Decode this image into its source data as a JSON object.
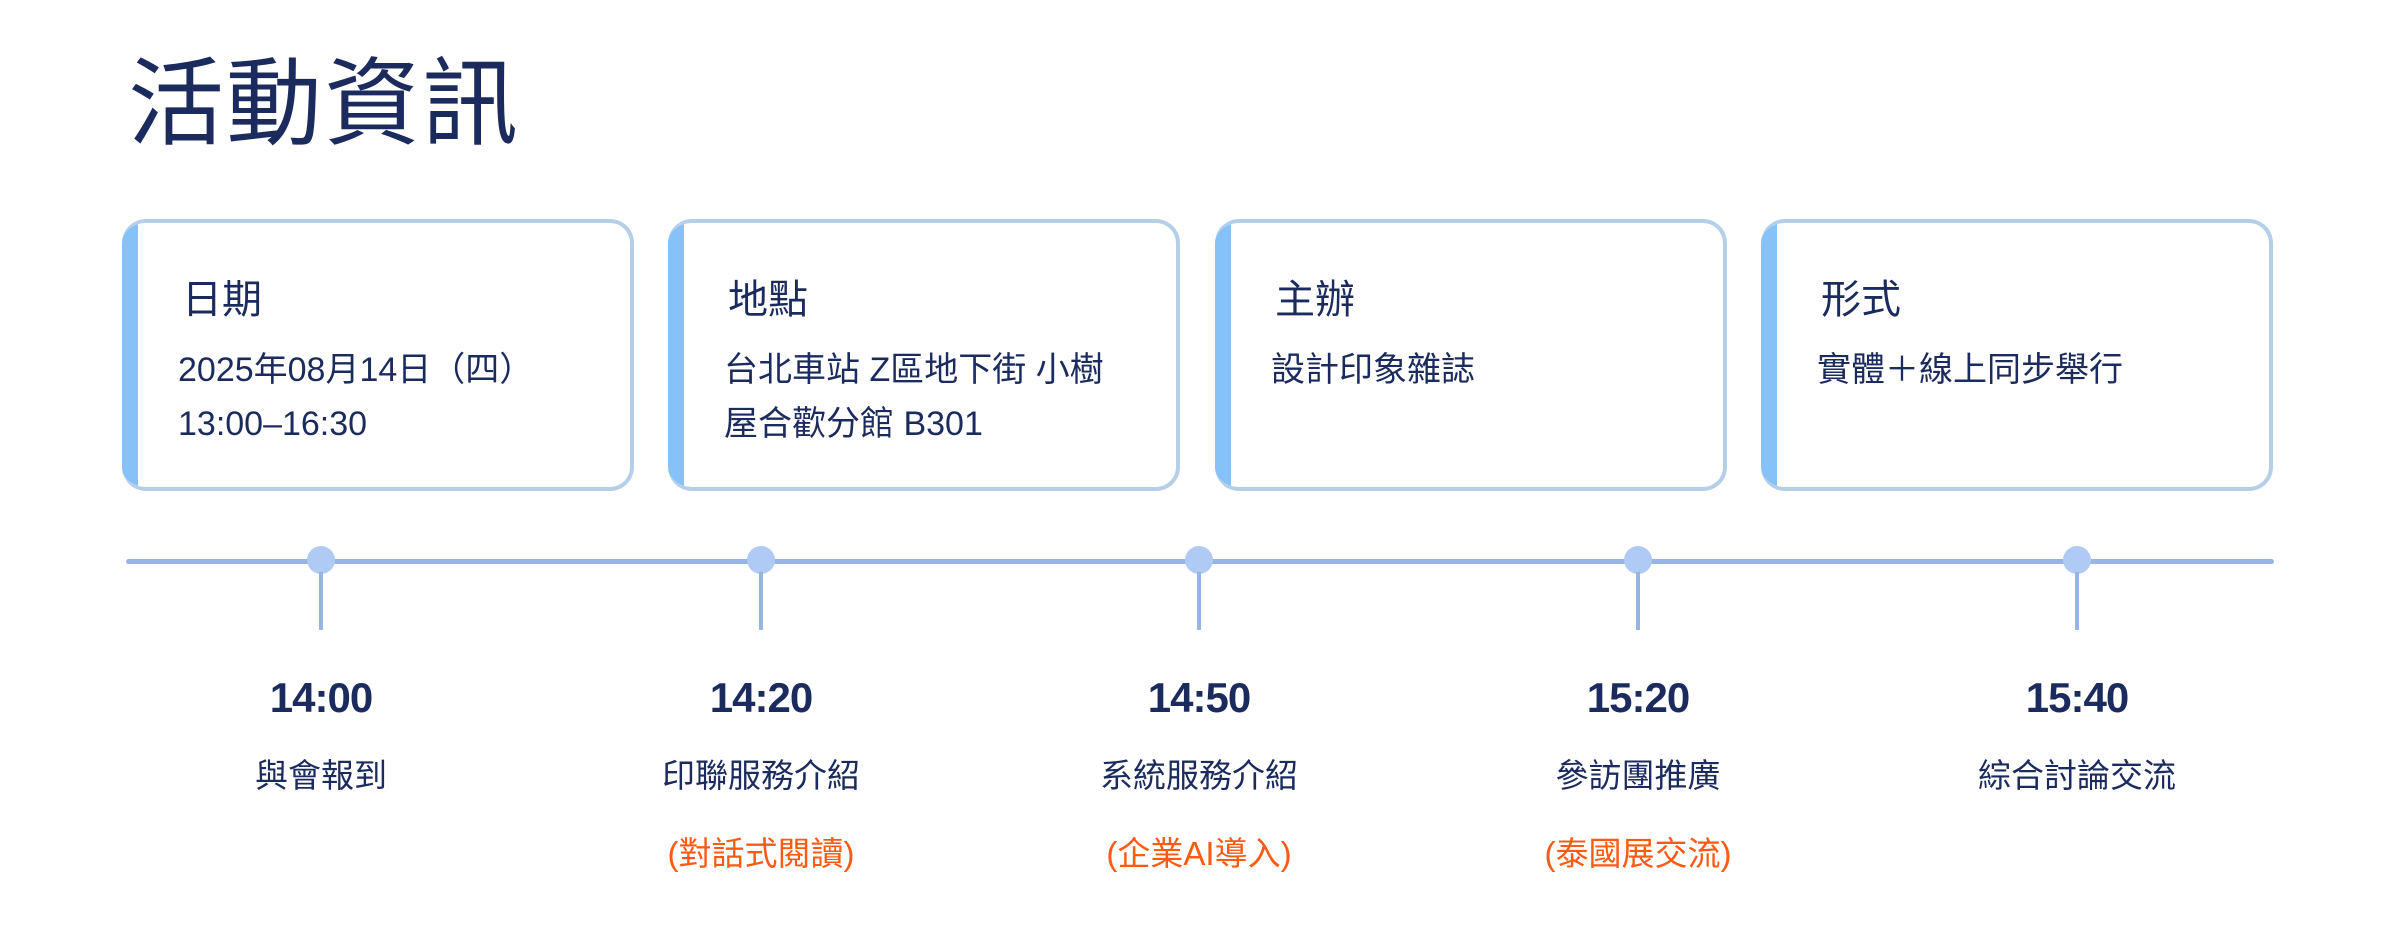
{
  "title": "活動資訊",
  "cards": [
    {
      "heading": "日期",
      "lines": [
        "2025年08月14日（四）",
        "13:00–16:30"
      ]
    },
    {
      "heading": "地點",
      "lines": [
        "台北車站 Z區地下街 小樹",
        "屋合歡分館 B301"
      ]
    },
    {
      "heading": "主辦",
      "lines": [
        "設計印象雜誌"
      ]
    },
    {
      "heading": "形式",
      "lines": [
        "實體＋線上同步舉行"
      ]
    }
  ],
  "colors": {
    "text": "#1c2b5e",
    "accent": "#86c1f8",
    "note": "#ff5a12",
    "line": "#97b5e2"
  },
  "timeline": [
    {
      "time": "14:00",
      "label": "與會報到"
    },
    {
      "time": "14:20",
      "label": "印聯服務介紹",
      "note": "(對話式閱讀)"
    },
    {
      "time": "14:50",
      "label": "系統服務介紹",
      "note": "(企業AI導入)"
    },
    {
      "time": "15:20",
      "label": "參訪團推廣",
      "note": "(泰國展交流)"
    },
    {
      "time": "15:40",
      "label": "綜合討論交流"
    }
  ]
}
